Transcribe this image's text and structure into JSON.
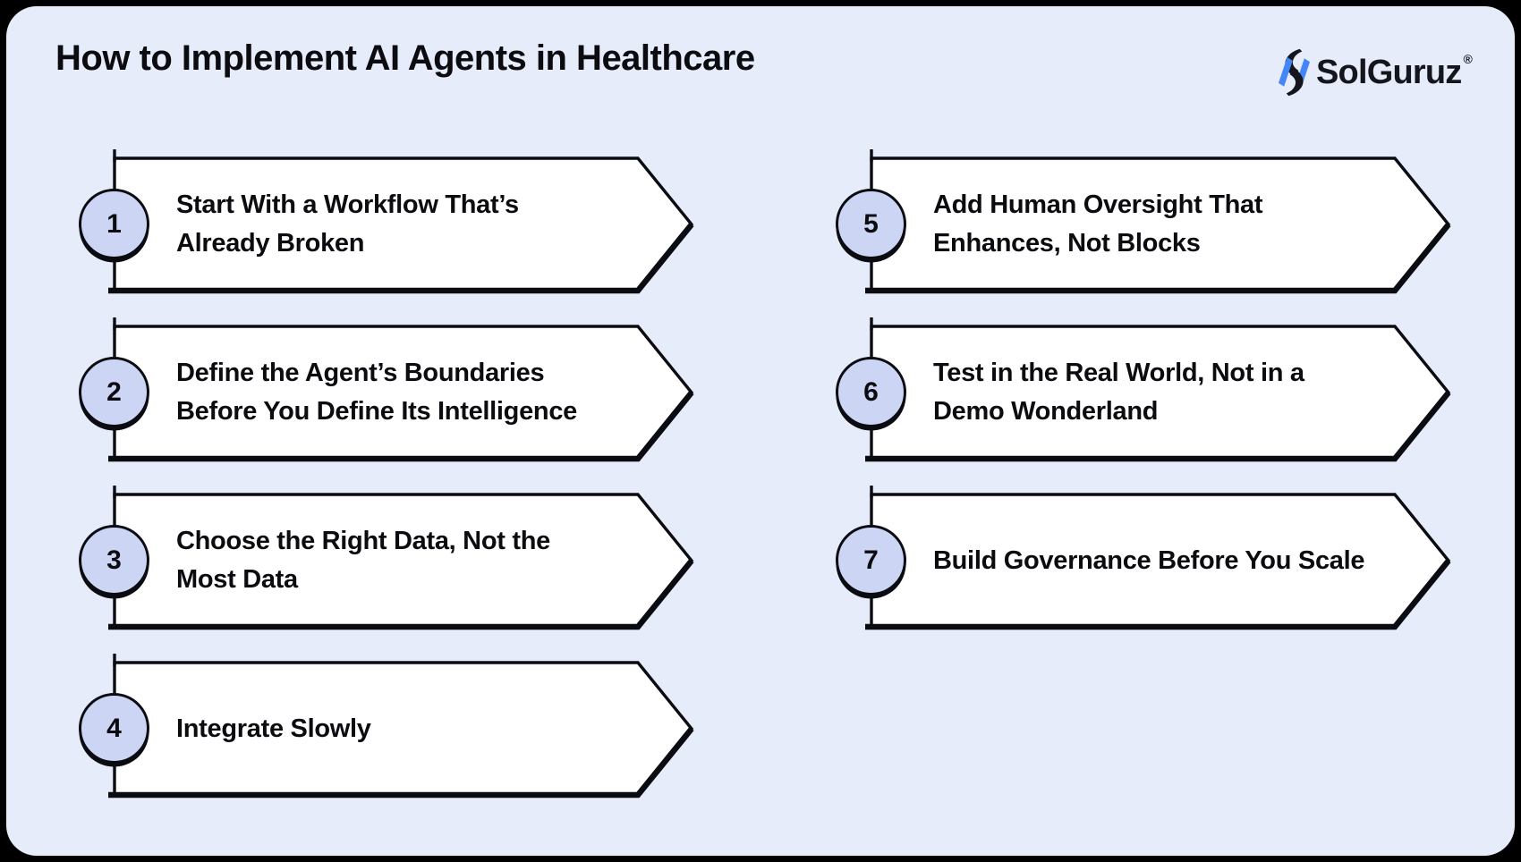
{
  "title": "How to Implement AI Agents in Healthcare",
  "logo": {
    "name": "SolGuruz",
    "registered": "®",
    "icon": "solguruz-bolt-icon"
  },
  "colors": {
    "panel": "#e6ecf9",
    "arrow-fill": "#ffffff",
    "outline": "#0b0b12",
    "badge-fill": "#ccd6f4",
    "ink": "#0b0b10",
    "logo-dark": "#15151d",
    "logo-blue": "#4387f6"
  },
  "steps": [
    {
      "number": "1",
      "lines": [
        "Start With a Workflow That’s",
        "Already Broken"
      ]
    },
    {
      "number": "2",
      "lines": [
        "Define the Agent’s Boundaries",
        "Before You Define Its Intelligence"
      ]
    },
    {
      "number": "3",
      "lines": [
        "Choose the Right Data, Not the",
        "Most Data"
      ]
    },
    {
      "number": "4",
      "lines": [
        "Integrate Slowly"
      ]
    },
    {
      "number": "5",
      "lines": [
        "Add Human Oversight That",
        "Enhances, Not Blocks"
      ]
    },
    {
      "number": "6",
      "lines": [
        "Test in the Real World, Not in a",
        "Demo Wonderland"
      ]
    },
    {
      "number": "7",
      "lines": [
        "Build Governance Before You Scale"
      ]
    }
  ]
}
